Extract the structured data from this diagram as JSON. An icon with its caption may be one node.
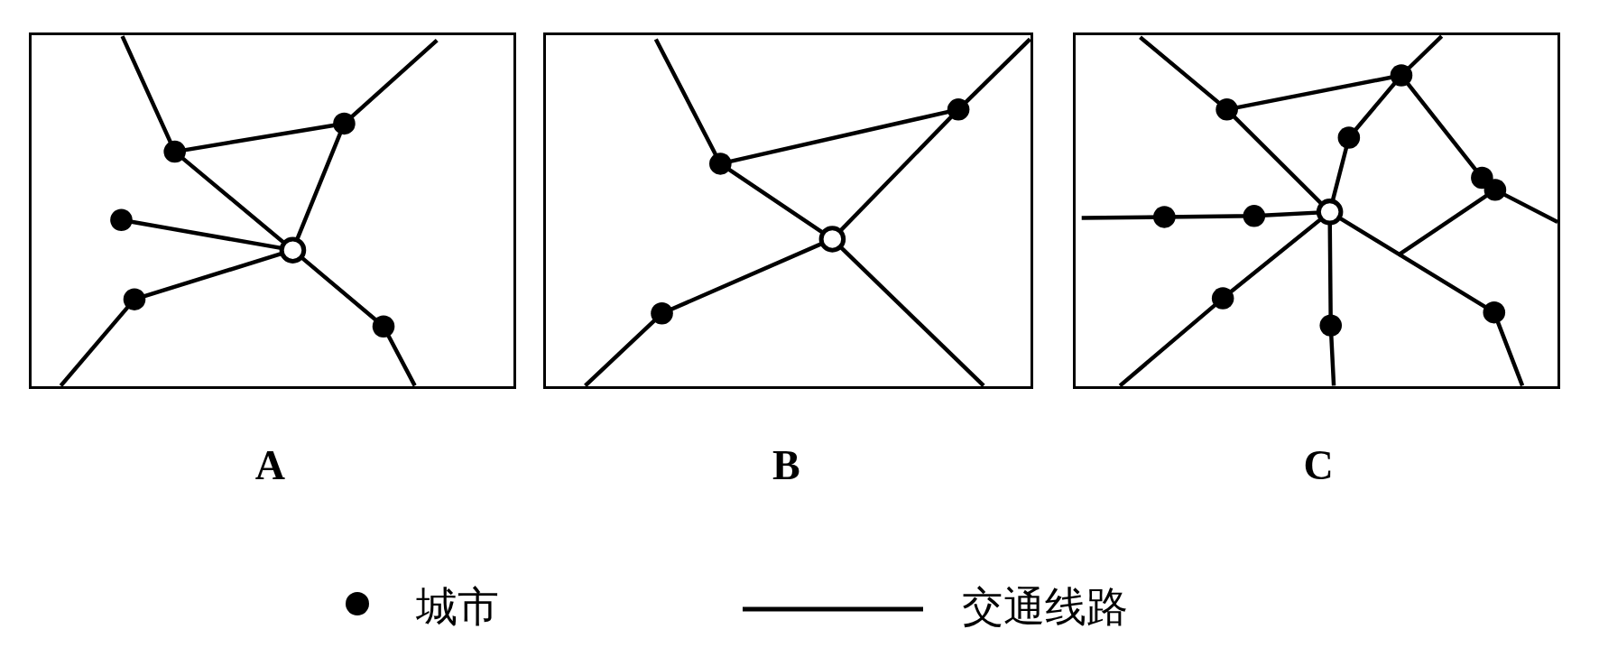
{
  "diagram": {
    "nodes": [
      {
        "text": [
          "A"
        ]
      },
      {
        "text": [
          "B"
        ]
      },
      {
        "text": [
          "C"
        ]
      }
    ],
    "legend": [
      {
        "text": "城市"
      },
      {
        "text": "交通线路"
      }
    ]
  }
}
